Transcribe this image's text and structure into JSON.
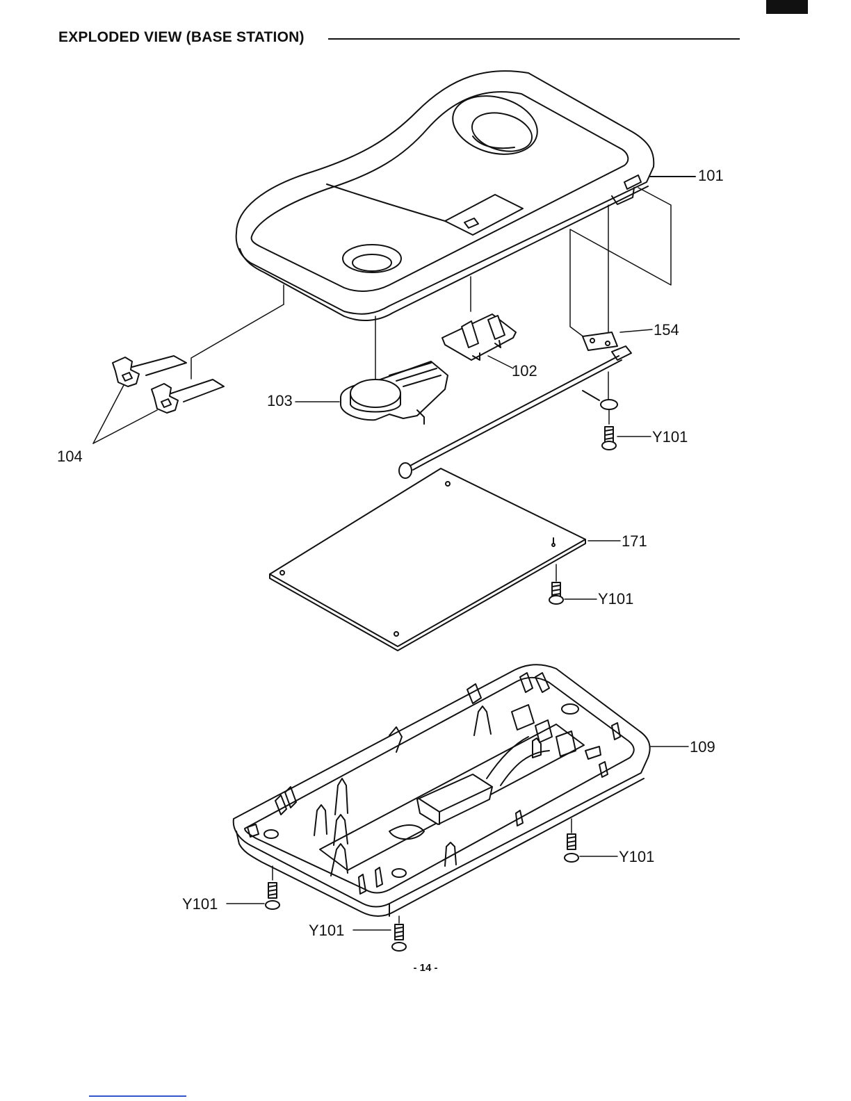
{
  "page": {
    "heading": "EXPLODED VIEW (BASE STATION)",
    "page_number": "- 14 -"
  },
  "labels": {
    "cover": "101",
    "button": "102",
    "speaker": "103",
    "terminal": "104",
    "antenna": "154",
    "pcb": "171",
    "cabinet": "109",
    "screw_antenna": "Y101",
    "screw_pcb": "Y101",
    "screw_right": "Y101",
    "screw_left": "Y101",
    "screw_center": "Y101"
  }
}
